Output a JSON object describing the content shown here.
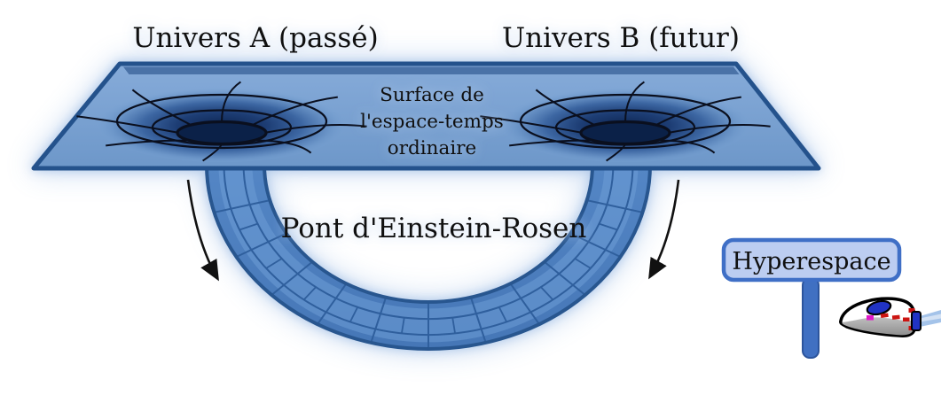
{
  "diagram": {
    "labels": {
      "universe_a": "Univers A (passé)",
      "universe_b": "Univers B (futur)",
      "surface": {
        "line1": "Surface de",
        "line2": "l'espace-temps",
        "line3": "ordinaire"
      },
      "bridge": "Pont d'Einstein-Rosen",
      "hyperspace_sign": "Hyperespace"
    },
    "colors": {
      "background": "#ffffff",
      "plane_fill_top": "#84a9da",
      "plane_fill_bottom": "#6d97c9",
      "plane_border": "#24528c",
      "funnel_dark_center": "#0b2148",
      "grid_line": "#0a0f1e",
      "tube_fill": "#4e80c0",
      "tube_grid_line": "#2f5f9d",
      "tube_outline": "#28568f",
      "sign_fill": "#bccdf1",
      "sign_border": "#3f6fc6",
      "sign_post": "#4070c2",
      "arrow": "#111111",
      "text": "#101010",
      "glow": "#bad0ea",
      "ship_hull": "#ffffff",
      "ship_belly": "#999999",
      "ship_cockpit": "#2133c4",
      "ship_exhaust": "#9fc0e8",
      "ship_marking_red": "#cc1512",
      "ship_marking_magenta": "#e018c8"
    }
  }
}
